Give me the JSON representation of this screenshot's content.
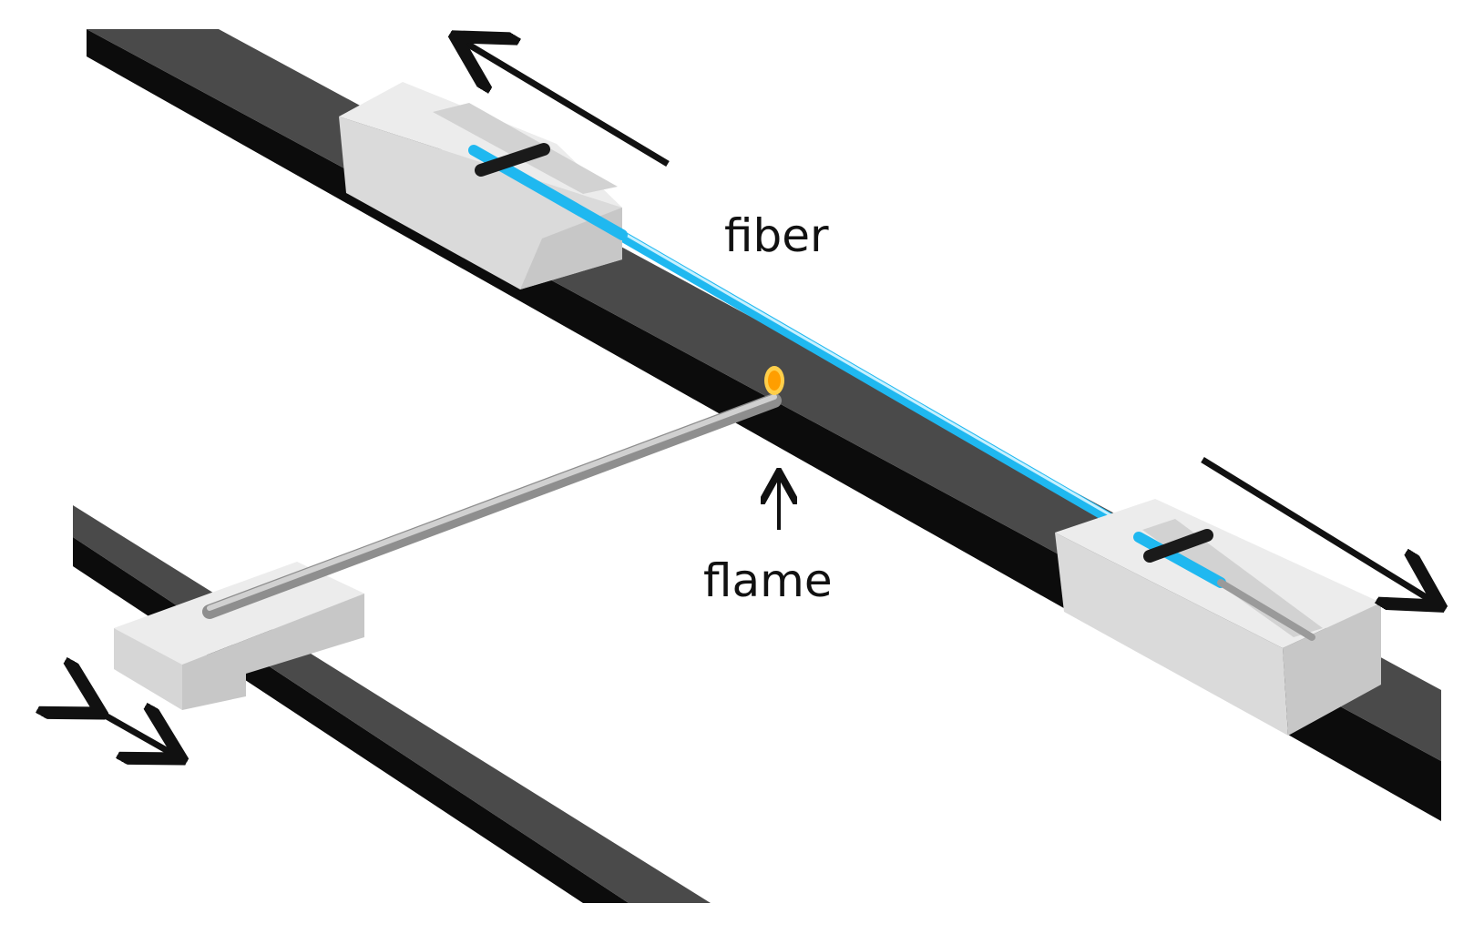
{
  "labels": {
    "fiber": "fiber",
    "flame": "flame"
  },
  "colors": {
    "background": "#ffffff",
    "rail_top": "#4a4a4a",
    "rail_side": "#0c0c0c",
    "block_top": "#ececec",
    "block_front": "#dadada",
    "block_side": "#c7c7c7",
    "clamp": "#1a1a1a",
    "fiber": "#1fb8f0",
    "fiber_highlight": "#c6f0ff",
    "torch": "#a8a8a8",
    "flame": "#ffb000",
    "arrow": "#111111"
  },
  "icons": {
    "left_stage_arrow": "arrow-up-left",
    "right_stage_arrow": "arrow-down-right",
    "torch_stage_arrow": "double-headed-arrow",
    "flame_pointer": "arrow-up"
  }
}
